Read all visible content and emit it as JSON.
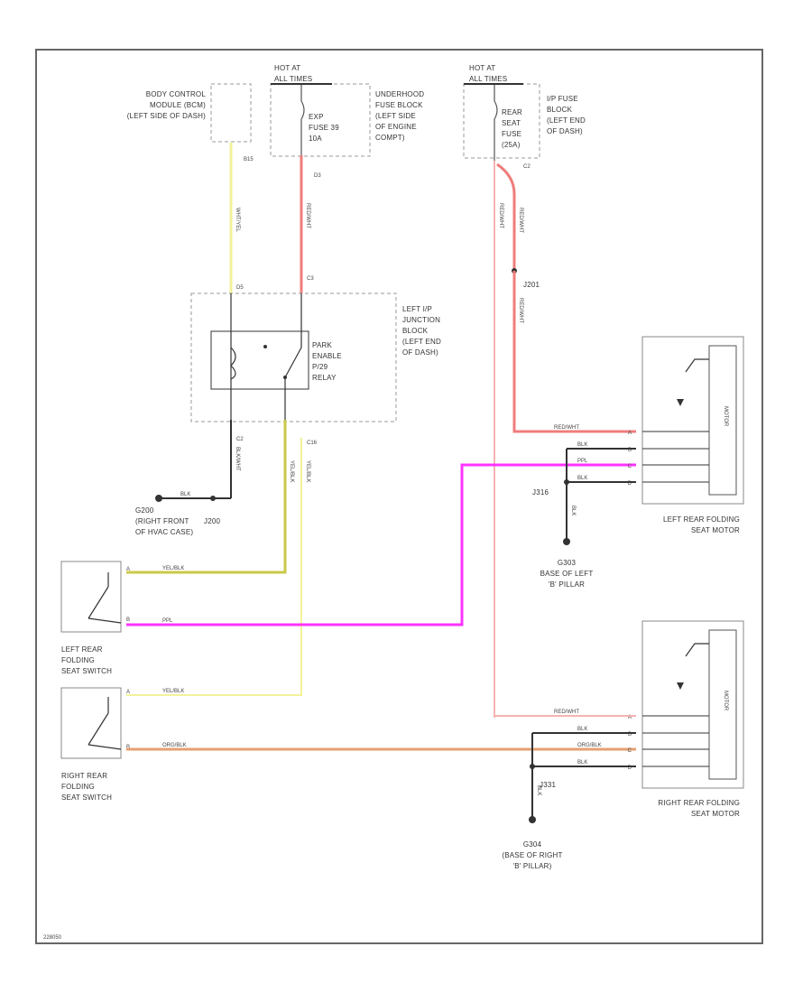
{
  "labels": {
    "bcm": [
      "BODY CONTROL",
      "MODULE (BCM)",
      "(LEFT SIDE OF DASH)"
    ],
    "hot_at_all_times_1": [
      "HOT AT",
      "ALL TIMES"
    ],
    "hot_at_all_times_2": [
      "HOT AT",
      "ALL TIMES"
    ],
    "fuse_exp": [
      "EXP",
      "FUSE 39",
      "10A"
    ],
    "underhood": [
      "UNDERHOOD",
      "FUSE BLOCK",
      "(LEFT SIDE",
      "OF ENGINE",
      "COMPT)"
    ],
    "fuse_rear_seat": [
      "REAR",
      "SEAT",
      "FUSE",
      "(25A)"
    ],
    "ip_fuse": [
      "I/P FUSE",
      "BLOCK",
      "(LEFT END",
      "OF DASH)"
    ],
    "relay": [
      "PARK",
      "ENABLE",
      "P/29",
      "RELAY"
    ],
    "left_ip_jb": [
      "LEFT I/P",
      "JUNCTION",
      "BLOCK",
      "(LEFT END",
      "OF DASH)"
    ],
    "g200": [
      "G200",
      "(RIGHT FRONT",
      "OF HVAC CASE)"
    ],
    "j200": "J200",
    "j201": "J201",
    "j316": "J316",
    "j331": "J331",
    "g303": [
      "G303",
      "BASE OF LEFT",
      "'B' PILLAR"
    ],
    "g304": [
      "G304",
      "(BASE OF RIGHT",
      "'B' PILLAR)"
    ],
    "left_motor": [
      "LEFT REAR FOLDING",
      "SEAT MOTOR"
    ],
    "right_motor": [
      "RIGHT REAR FOLDING",
      "SEAT MOTOR"
    ],
    "left_switch": [
      "LEFT REAR",
      "FOLDING",
      "SEAT SWITCH"
    ],
    "right_switch": [
      "RIGHT REAR",
      "FOLDING",
      "SEAT SWITCH"
    ],
    "motor_text": "MOTOR",
    "footer": "228050"
  },
  "wires": {
    "bcm_out": "WHT/YEL",
    "fuse_out": "RED/WHT",
    "rear_fuse_out_a": "RED/WHT",
    "rear_fuse_out_b": "RED/WHT",
    "j201_out": "RED/WHT",
    "relay_left_down": "BLK/WHT",
    "g200_wire": "BLK",
    "relay_yel1": "YEL/BLK",
    "relay_yel2": "YEL/BLK",
    "ls_top": "YEL/BLK",
    "ls_bot": "PPL",
    "rs_top": "YEL/BLK",
    "rs_bot": "ORG/BLK",
    "lm_1": "RED/WHT",
    "lm_2": "BLK",
    "lm_3": "PPL",
    "lm_4": "BLK",
    "lm_g": "BLK",
    "rm_1": "RED/WHT",
    "rm_2": "BLK",
    "rm_3": "ORG/BLK",
    "rm_4": "BLK",
    "rm_g": "BLK"
  },
  "pins": {
    "bcm": "B15",
    "fuse": "D3",
    "rear_fuse": "C2",
    "relay_in_l": "D5",
    "relay_in_r": "C3",
    "relay_out_l": "C2",
    "relay_out_r": "C16",
    "ls_1": "A",
    "ls_2": "B",
    "rs_1": "A",
    "rs_2": "B",
    "lm_1": "A",
    "lm_2": "B",
    "lm_3": "C",
    "lm_4": "D",
    "rm_1": "A",
    "rm_2": "B",
    "rm_3": "C",
    "rm_4": "D"
  },
  "colors": {
    "yellow": "#f2f29a",
    "yellow_dark": "#c9c94a",
    "red": "#f07c7c",
    "red_light": "#f6b2b2",
    "magenta": "#ff33ff",
    "orange": "#e4a070",
    "black": "#333333"
  }
}
